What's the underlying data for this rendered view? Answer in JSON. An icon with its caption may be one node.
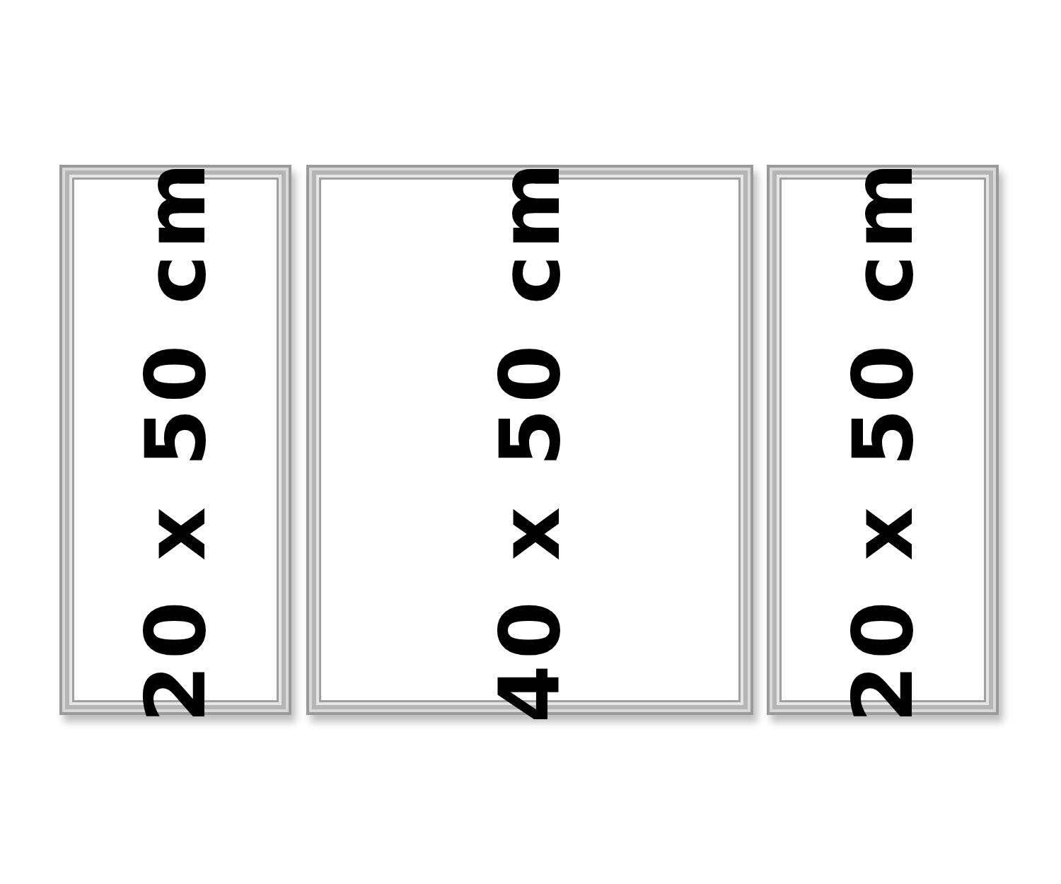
{
  "diagram": {
    "nodes": [
      {
        "text": [
          "20 x 50 cm"
        ]
      },
      {
        "text": [
          "40 x 50 cm"
        ]
      },
      {
        "text": [
          "20 x 50 cm"
        ]
      }
    ]
  }
}
